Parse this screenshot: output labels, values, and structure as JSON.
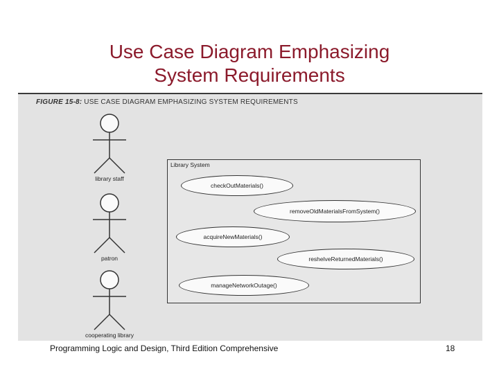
{
  "title": {
    "line1": "Use Case Diagram Emphasizing",
    "line2": "System Requirements"
  },
  "figure": {
    "number": "FIGURE 15-8:",
    "caption": "USE CASE DIAGRAM EMPHASIZING SYSTEM REQUIREMENTS"
  },
  "actors": [
    {
      "label": "library staff"
    },
    {
      "label": "patron"
    },
    {
      "label": "cooperating library"
    }
  ],
  "system": {
    "label": "Library System",
    "use_cases": [
      {
        "label": "checkOutMaterials()"
      },
      {
        "label": "removeOldMaterialsFromSystem()"
      },
      {
        "label": "acquireNewMaterials()"
      },
      {
        "label": "reshelveReturnedMaterials()"
      },
      {
        "label": "manageNetworkOutage()"
      }
    ]
  },
  "footer": {
    "text": "Programming Logic and Design, Third Edition Comprehensive",
    "page_number": "18"
  },
  "colors": {
    "title": "#8b1a2b",
    "figure_background": "#e3e3e3"
  }
}
